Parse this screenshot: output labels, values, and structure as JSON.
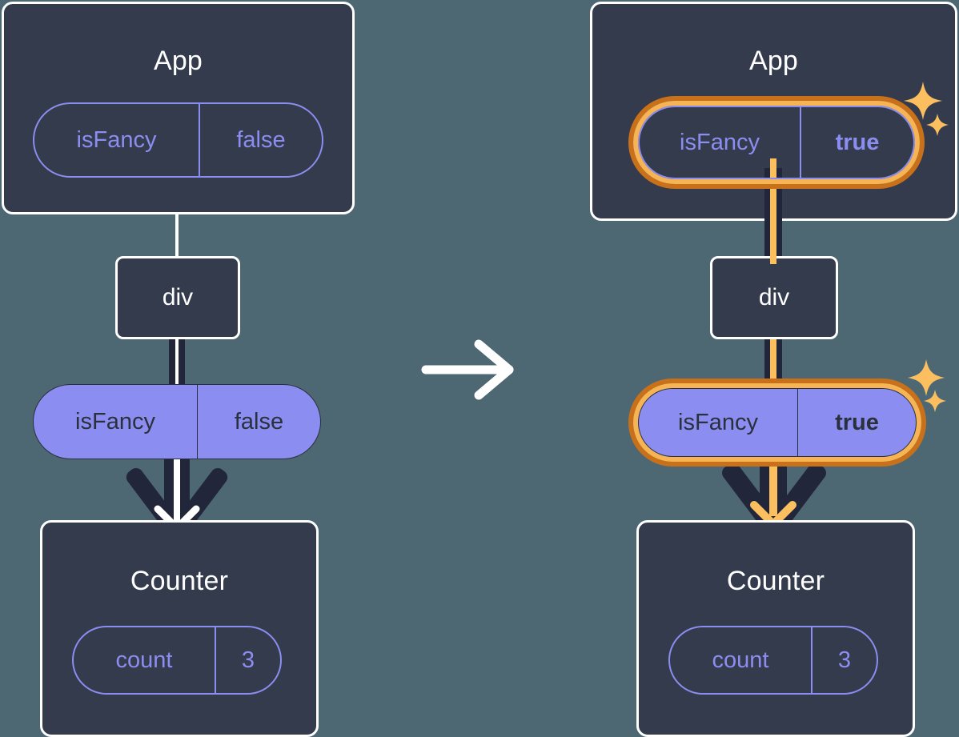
{
  "diagram": {
    "type": "react-state-propagation",
    "background_color": "#4d6873",
    "transition_icon": "right-arrow-icon",
    "highlight_color": "#f6b455",
    "highlight_ring_outer_color": "#c9711a",
    "pill_purple": "#8b8ef0",
    "node_box_color": "#343b4c",
    "panels": [
      {
        "id": "before",
        "root": {
          "title": "App",
          "prop": {
            "key": "isFancy",
            "value": "false",
            "highlighted": false
          }
        },
        "middle": {
          "title": "div"
        },
        "passed_prop": {
          "key": "isFancy",
          "value": "false",
          "highlighted": false
        },
        "leaf": {
          "title": "Counter",
          "state": {
            "key": "count",
            "value": "3",
            "highlighted": false
          }
        },
        "sparkles": false
      },
      {
        "id": "after",
        "root": {
          "title": "App",
          "prop": {
            "key": "isFancy",
            "value": "true",
            "highlighted": true
          }
        },
        "middle": {
          "title": "div"
        },
        "passed_prop": {
          "key": "isFancy",
          "value": "true",
          "highlighted": true
        },
        "leaf": {
          "title": "Counter",
          "state": {
            "key": "count",
            "value": "3",
            "highlighted": false
          }
        },
        "sparkles": true
      }
    ]
  }
}
